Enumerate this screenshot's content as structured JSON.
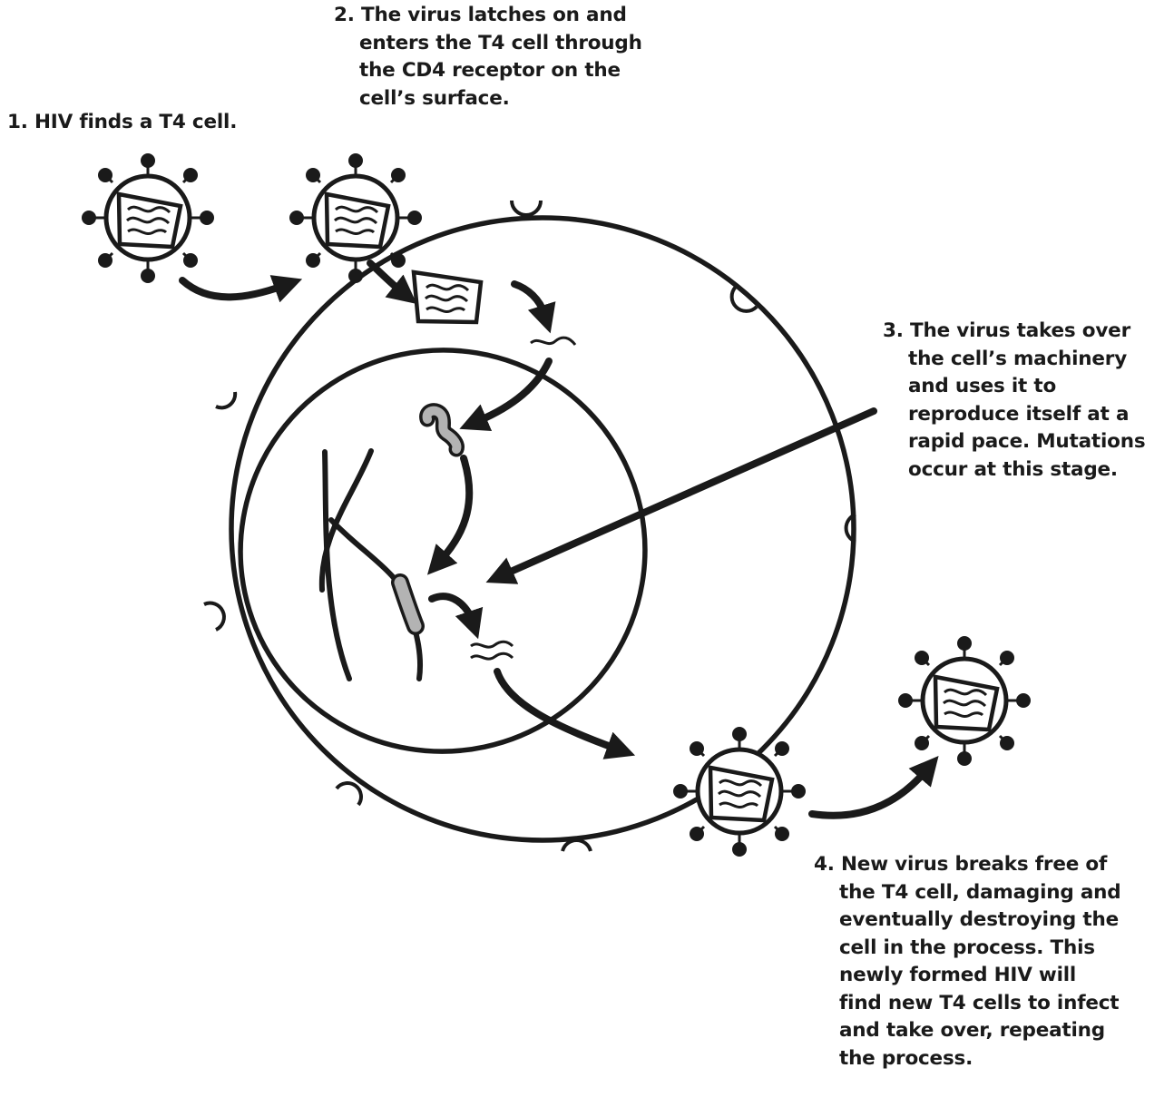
{
  "steps": [
    {
      "lines": [
        "1. HIV finds a T4 cell."
      ]
    },
    {
      "lines": [
        "2. The virus latches on and",
        "enters the T4 cell through",
        "the CD4 receptor on the",
        "cell’s surface."
      ]
    },
    {
      "lines": [
        "3. The virus takes over",
        "the cell’s machinery",
        "and uses it to",
        "reproduce itself at a",
        "rapid pace. Mutations",
        "occur at this stage."
      ]
    },
    {
      "lines": [
        "4. New virus breaks free of",
        "the T4 cell, damaging and",
        "eventually destroying the",
        "cell in the process. This",
        "newly formed HIV will",
        "find new T4 cells to infect",
        "and take over, repeating",
        "the process."
      ]
    }
  ],
  "colors": {
    "ink": "#1a1a1a",
    "fragment_fill": "#b3b3b3"
  }
}
